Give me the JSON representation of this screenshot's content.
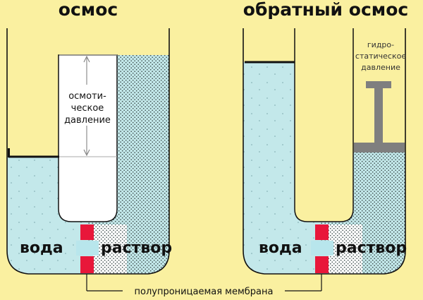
{
  "left_panel": {
    "title": "осмос",
    "pressure_label": [
      "осмоти-",
      "ческое",
      "давление"
    ],
    "water_label": "вода",
    "solution_label": "раствор"
  },
  "right_panel": {
    "title": "обратный осмос",
    "pressure_label": [
      "гидро-",
      "статическое",
      "давление"
    ],
    "water_label": "вода",
    "solution_label": "раствор"
  },
  "membrane_label": "полупроницаемая мембрана",
  "colors": {
    "background": "#FAF0A0",
    "water": "#C3E8EA",
    "solution_dots": "#3F4F4F",
    "membrane": "#E8173A",
    "piston": "#7F7F7F",
    "outline": "#111111"
  }
}
